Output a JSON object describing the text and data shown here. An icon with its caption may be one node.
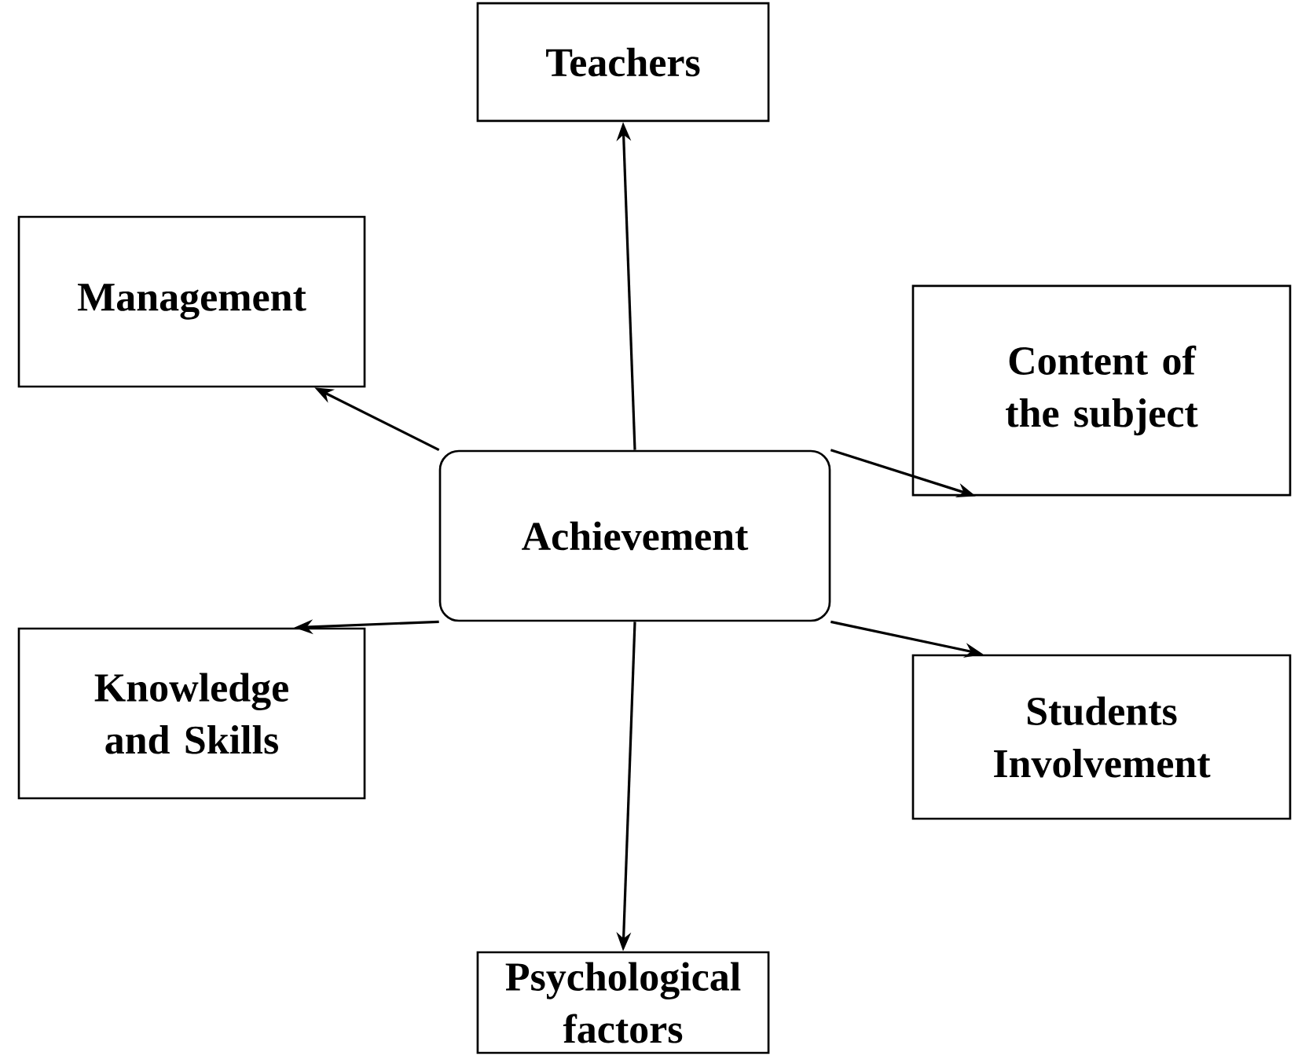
{
  "diagram": {
    "nodes": [
      {
        "text": [
          "Teachers"
        ]
      },
      {
        "text": [
          "Management"
        ]
      },
      {
        "text": [
          "Content of the subject"
        ]
      },
      {
        "text": [
          "Achievement"
        ]
      },
      {
        "text": [
          "Knowledge and Skills"
        ]
      },
      {
        "text": [
          "Students Involvement"
        ]
      },
      {
        "text": [
          "Psychological factors"
        ]
      }
    ],
    "edges": [
      {
        "from": 3,
        "to": 0,
        "arrow": "to"
      },
      {
        "from": 3,
        "to": 1,
        "arrow": "to"
      },
      {
        "from": 3,
        "to": 2,
        "arrow": "to"
      },
      {
        "from": 3,
        "to": 4,
        "arrow": "to"
      },
      {
        "from": 3,
        "to": 5,
        "arrow": "to"
      },
      {
        "from": 3,
        "to": 6,
        "arrow": "to"
      }
    ]
  }
}
